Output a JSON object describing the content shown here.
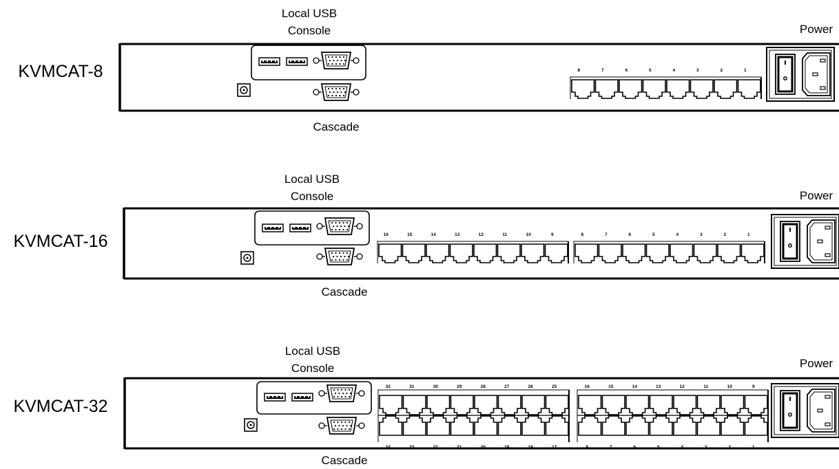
{
  "units": [
    {
      "model": "KVMCAT-8",
      "console_label_line1": "Local USB",
      "console_label_line2": "Console",
      "cascade_label": "Cascade",
      "power_label": "Power",
      "port_groups": [
        {
          "top": [
            "8",
            "7",
            "6",
            "5",
            "4",
            "3",
            "2",
            "1"
          ],
          "bottom": []
        }
      ]
    },
    {
      "model": "KVMCAT-16",
      "console_label_line1": "Local USB",
      "console_label_line2": "Console",
      "cascade_label": "Cascade",
      "power_label": "Power",
      "port_groups": [
        {
          "top": [
            "16",
            "15",
            "14",
            "13",
            "12",
            "11",
            "10",
            "9"
          ],
          "bottom": []
        },
        {
          "top": [
            "8",
            "7",
            "6",
            "5",
            "4",
            "3",
            "2",
            "1"
          ],
          "bottom": []
        }
      ]
    },
    {
      "model": "KVMCAT-32",
      "console_label_line1": "Local USB",
      "console_label_line2": "Console",
      "cascade_label": "Cascade",
      "power_label": "Power",
      "port_groups": [
        {
          "top": [
            "32",
            "31",
            "30",
            "29",
            "28",
            "27",
            "26",
            "25"
          ],
          "bottom": [
            "24",
            "23",
            "22",
            "21",
            "20",
            "19",
            "18",
            "17"
          ]
        },
        {
          "top": [
            "16",
            "15",
            "14",
            "13",
            "12",
            "11",
            "10",
            "9"
          ],
          "bottom": [
            "8",
            "7",
            "6",
            "5",
            "4",
            "3",
            "2",
            "1"
          ]
        }
      ]
    }
  ]
}
